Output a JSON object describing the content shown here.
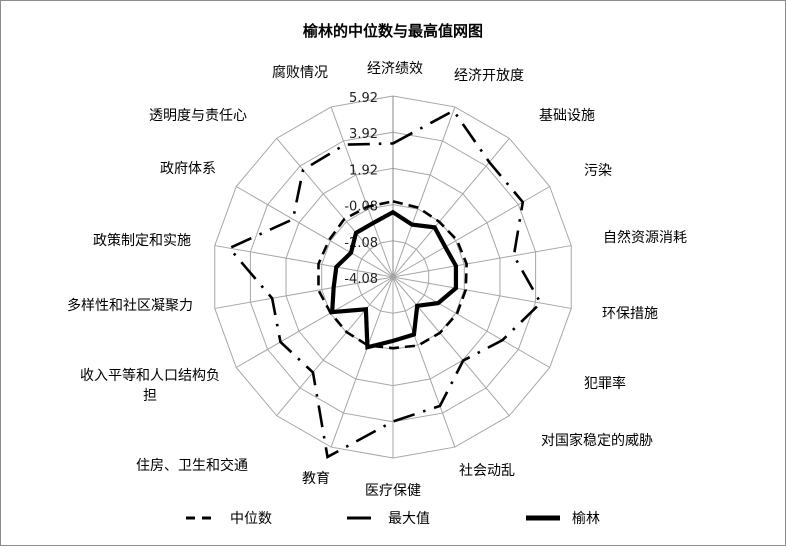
{
  "chart_data": {
    "type": "radar",
    "title": "榆林的中位数与最高值网图",
    "axes": [
      "经济绩效",
      "经济开放度",
      "基础设施",
      "污染",
      "自然资源消耗",
      "环保措施",
      "犯罪率",
      "对国家稳定的威胁",
      "社会动乱",
      "医疗保健",
      "教育",
      "住房、卫生和交通",
      "收入平等和人口结构负担",
      "多样性和社区凝聚力",
      "政策制定和实施",
      "政府体系",
      "透明度与责任心",
      "腐败情况"
    ],
    "axis_label_lines": [
      [
        "经济绩效"
      ],
      [
        "经济开放度"
      ],
      [
        "基础设施"
      ],
      [
        "污染"
      ],
      [
        "自然资源消耗"
      ],
      [
        "环保措施"
      ],
      [
        "犯罪率"
      ],
      [
        "对国家稳定的威胁"
      ],
      [
        "社会动乱"
      ],
      [
        "医疗保健"
      ],
      [
        "教育"
      ],
      [
        "住房、卫生和交通"
      ],
      [
        "收入平等和人口结构负",
        "担"
      ],
      [
        "多样性和社区凝聚力"
      ],
      [
        "政策制定和实施"
      ],
      [
        "政府体系"
      ],
      [
        "透明度与责任心"
      ],
      [
        "腐败情况"
      ]
    ],
    "ticks": [
      "-4.08",
      "-2.08",
      "-0.08",
      "1.92",
      "3.92",
      "5.92"
    ],
    "tick_values": [
      -4.08,
      -2.08,
      -0.08,
      1.92,
      3.92,
      5.92
    ],
    "range": [
      -4.08,
      5.92
    ],
    "grid": true,
    "legend_position": "bottom",
    "series": [
      {
        "name": "中位数",
        "style": "dashed",
        "values": [
          0.1,
          0,
          -0.1,
          0,
          0.05,
          0,
          0,
          -0.05,
          -0.05,
          -0.15,
          -0.05,
          -0.1,
          -0.1,
          0.1,
          0.1,
          0,
          0.1,
          0.05
        ]
      },
      {
        "name": "最大值",
        "style": "long-dash-dot",
        "values": [
          3.3,
          5.7,
          4.2,
          4.2,
          2.7,
          4.2,
          2.9,
          1.95,
          3.5,
          3.9,
          6.5,
          2.8,
          3.1,
          2.7,
          5.1,
          2.3,
          3.65,
          3.7
        ]
      },
      {
        "name": "榆林",
        "style": "solid",
        "values": [
          -0.5,
          -1.0,
          -0.5,
          -0.75,
          -0.55,
          -0.55,
          -1.2,
          -2.0,
          -0.7,
          -0.55,
          0.05,
          -1.75,
          -0.2,
          -0.75,
          -0.9,
          -1.4,
          -0.9,
          -0.9
        ]
      }
    ],
    "colors": {
      "grid": "#a6a6a6",
      "line": "#000000",
      "border": "#8c8c8c"
    }
  }
}
